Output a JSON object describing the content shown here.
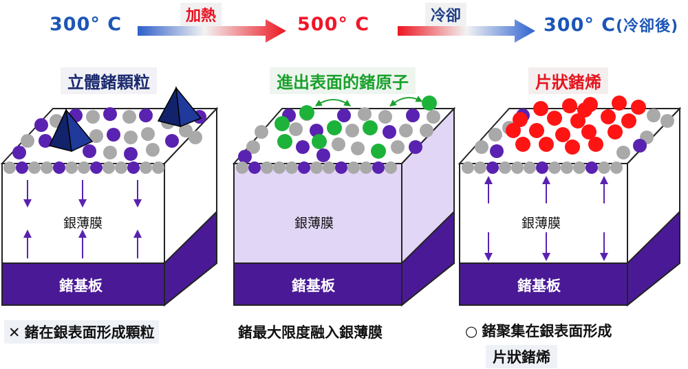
{
  "header": {
    "temp_start": "300° C",
    "heat_label": "加熱",
    "temp_mid": "500° C",
    "cool_label": "冷卻",
    "temp_end": "300° C",
    "temp_end_note": "(冷卻後)"
  },
  "panels": [
    {
      "title": "立體鍺顆粒",
      "film_label": "銀薄膜",
      "substrate_label": "鍺基板",
      "caption_mark": "✕",
      "caption": "鍺在銀表面形成顆粒"
    },
    {
      "title": "進出表面的鍺原子",
      "film_label": "銀薄膜",
      "substrate_label": "鍺基板",
      "caption": "鍺最大限度融入銀薄膜"
    },
    {
      "title": "片狀鍺烯",
      "film_label": "銀薄膜",
      "substrate_label": "鍺基板",
      "caption_mark": "○",
      "caption": "鍺聚集在銀表面形成",
      "caption_line2": "片狀鍺烯"
    }
  ],
  "colors": {
    "blue_text": "#1c56b6",
    "red_text": "#f0162a",
    "navy_title": "#1b2a6e",
    "green_title": "#1aa12d",
    "substrate": "#4a1a96",
    "silver_atom": "#a9a9a9",
    "ge_atom": "#5a22b0",
    "surface_ge_atom": "#1db33a",
    "germanene_atom": "#ff1414",
    "film_tint": "#e2d6f6"
  }
}
